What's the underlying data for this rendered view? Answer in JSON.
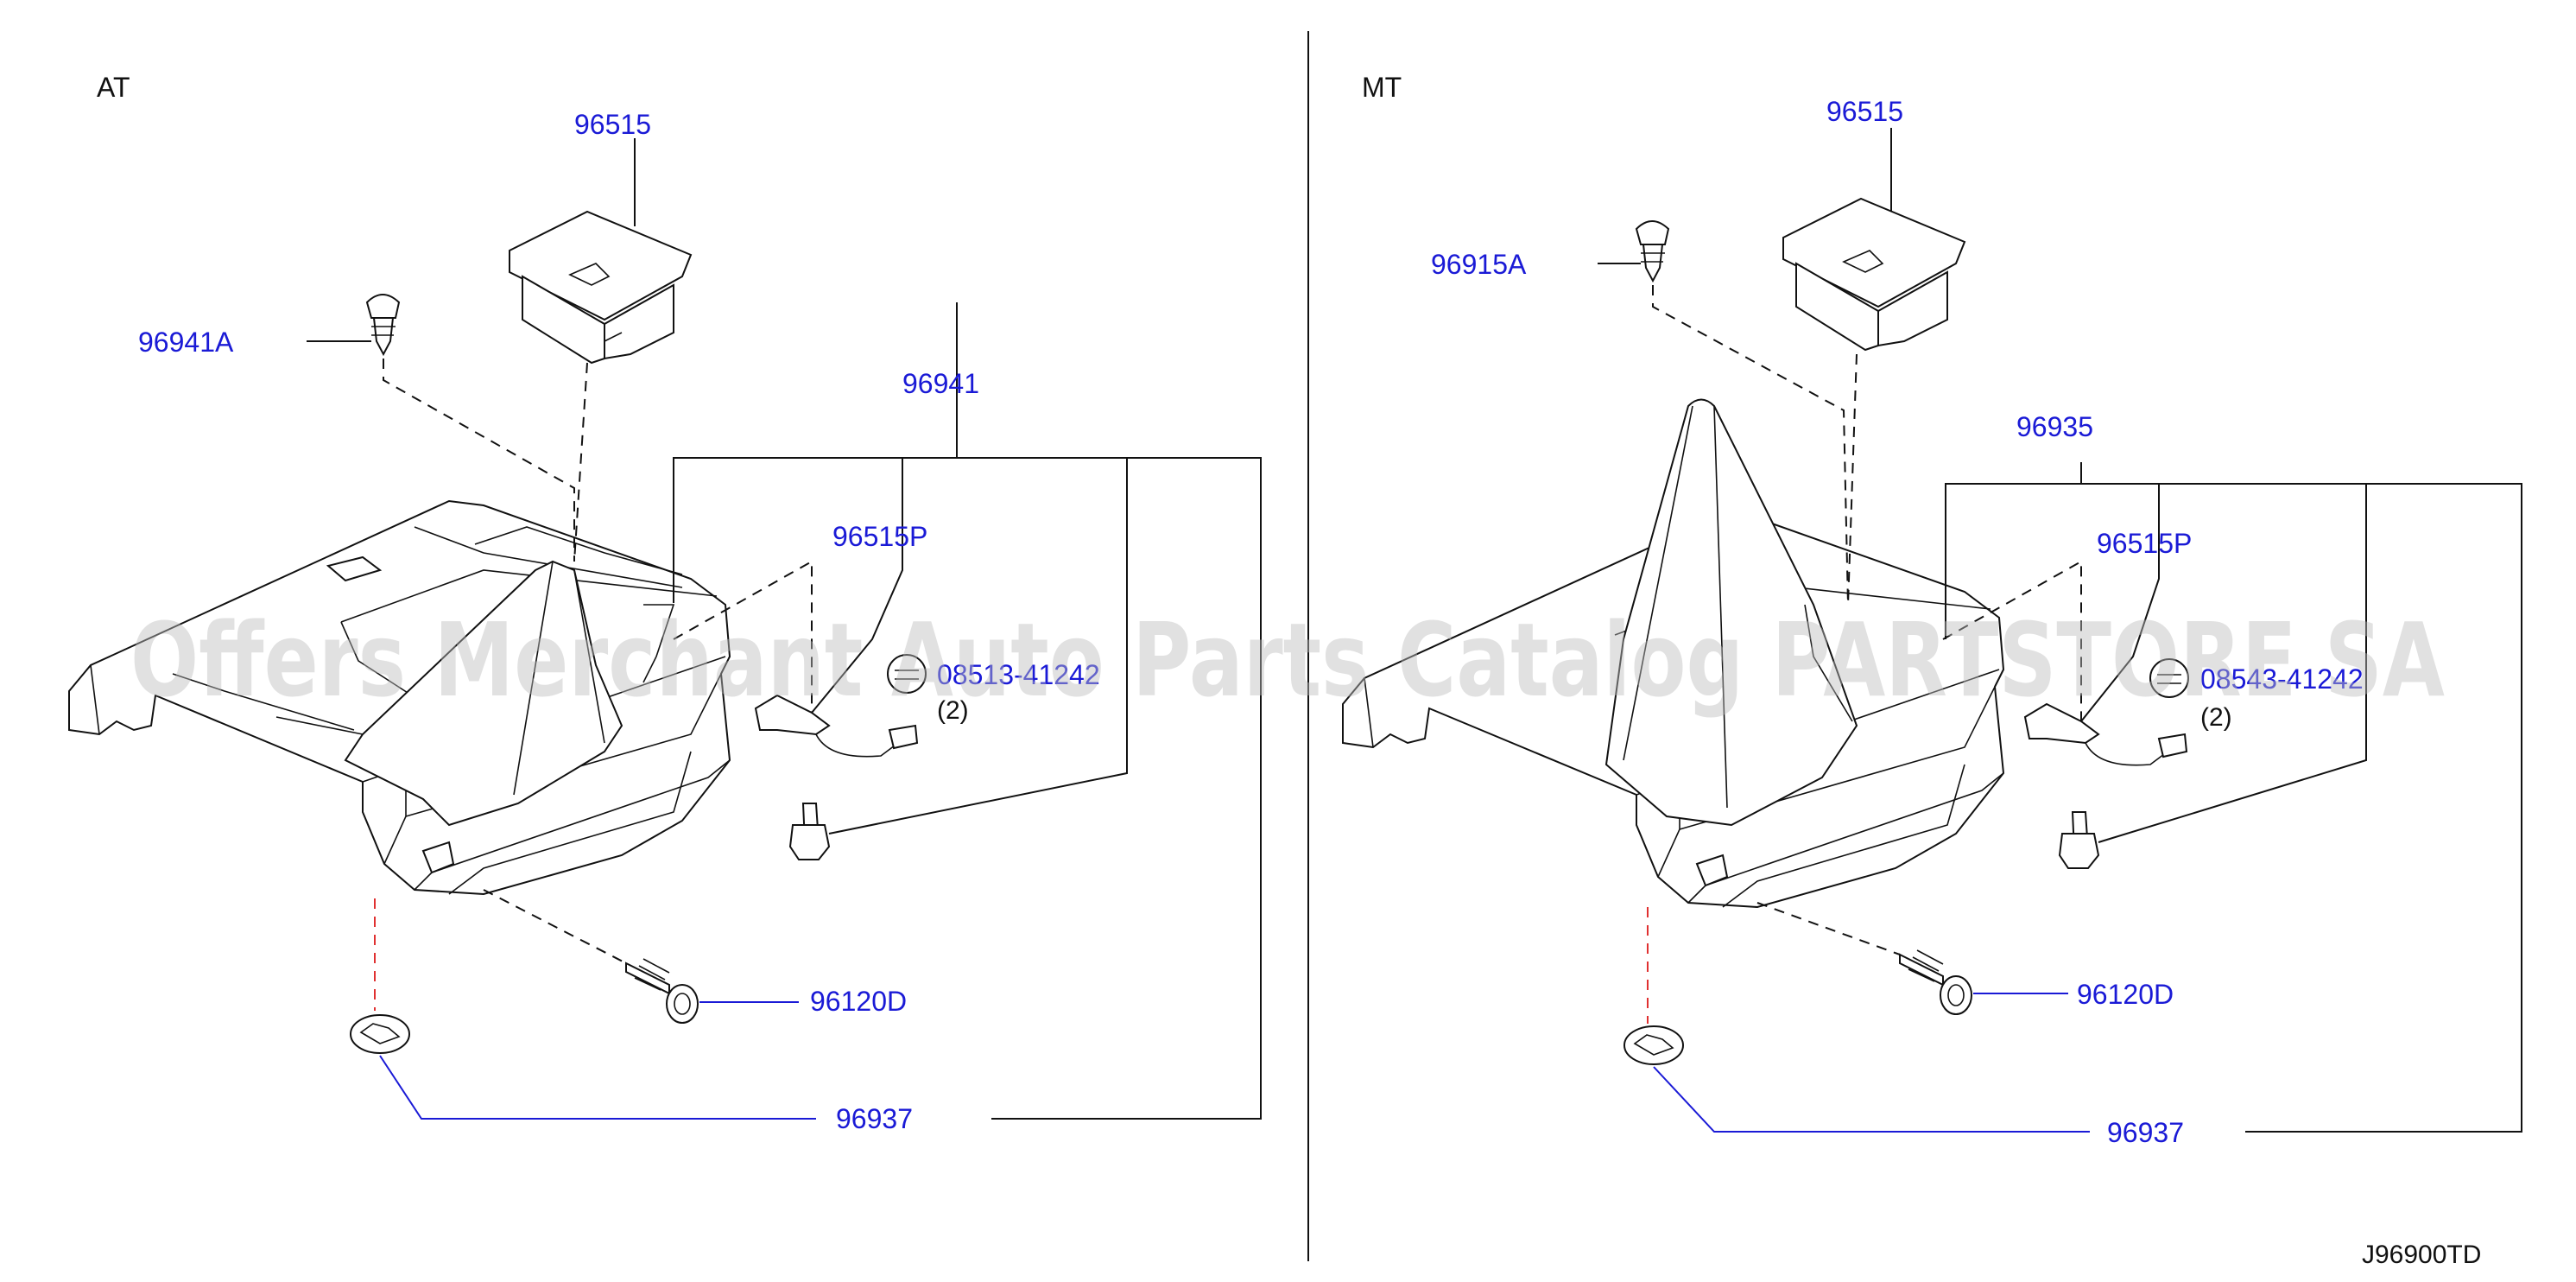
{
  "panels": {
    "left": {
      "title": "AT"
    },
    "right": {
      "title": "MT"
    }
  },
  "parts": {
    "left": {
      "p96515": "96515",
      "p96941A": "96941A",
      "p96941": "96941",
      "p96515P": "96515P",
      "bolt_code": "08513-41242",
      "bolt_qty": "(2)",
      "p96120D": "96120D",
      "p96937": "96937"
    },
    "right": {
      "p96515": "96515",
      "p96915A": "96915A",
      "p96935": "96935",
      "p96515P": "96515P",
      "bolt_code": "08543-41242",
      "bolt_qty": "(2)",
      "p96120D": "96120D",
      "p96937": "96937"
    }
  },
  "diagram_code": "J96900TD",
  "watermark": "Offers Merchant Auto Parts Catalog PARTSTORE SA",
  "colors": {
    "label": "#1a1ad6",
    "line": "#111111",
    "red_dash": "#e03030",
    "watermark": "#bdbdbd"
  }
}
